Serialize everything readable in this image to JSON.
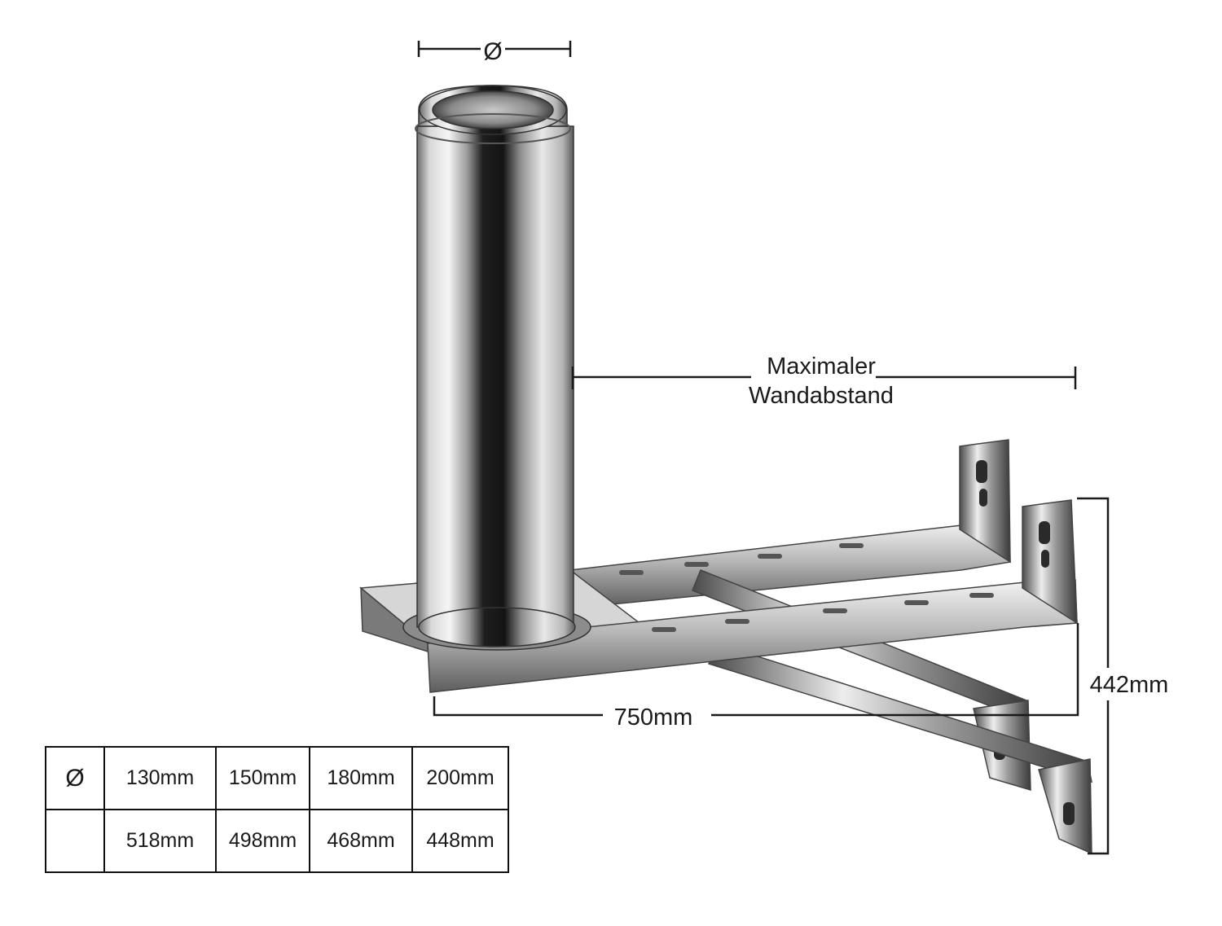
{
  "labels": {
    "diameter_symbol": "Ø",
    "wall_distance_line1": "Maximaler",
    "wall_distance_line2": "Wandabstand",
    "width": "750mm",
    "height": "442mm"
  },
  "table": {
    "header": [
      "Ø",
      "130mm",
      "150mm",
      "180mm",
      "200mm"
    ],
    "row": [
      "",
      "518mm",
      "498mm",
      "468mm",
      "448mm"
    ]
  },
  "colors": {
    "steel_light": "#f2f2f2",
    "steel_mid": "#a8a8a8",
    "steel_dark": "#3c3c3c",
    "line": "#1a1a1a"
  }
}
